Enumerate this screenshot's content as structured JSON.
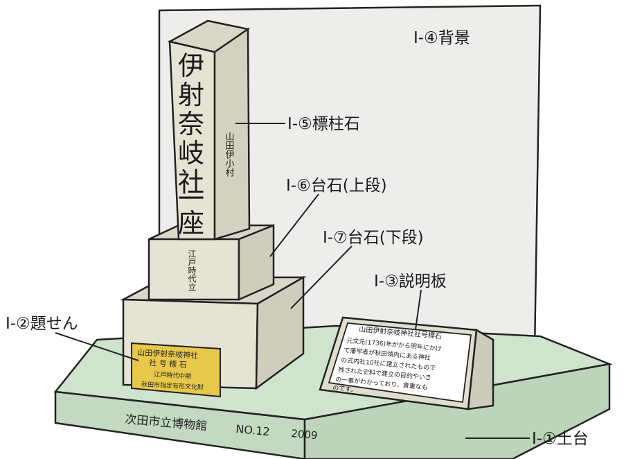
{
  "labels": {
    "background": "Ⅰ-④背景",
    "pillar": "Ⅰ-⑤標柱石",
    "upper_base": "Ⅰ-⑥台石(上段)",
    "lower_base": "Ⅰ-⑦台石(下段)",
    "board": "Ⅰ-③説明板",
    "plaque": "Ⅰ-②題せん",
    "platform": "Ⅰ-①土台"
  },
  "pillar": {
    "inscription": [
      "伊",
      "射",
      "奈",
      "岐",
      "社",
      "一",
      "座"
    ],
    "side_inscription": "山田伊小村",
    "upper_base_inscription": "江戸時代立"
  },
  "plaque": {
    "lines": [
      "山田伊射奈岐神社",
      "社 号 標 石",
      "江戸時代中期",
      "秋田市指定有形文化財"
    ]
  },
  "board": {
    "title": "山田伊射奈岐神社社号標石",
    "lines": [
      "元文元(1736)年がから明年にかけ",
      "て藩学者が秋田領内にある神社",
      "の式内社10社に建立されたもので",
      "残された史料で建立の目的やいき",
      "の一事がわかっており、貴重なも",
      "のです。"
    ]
  },
  "platform": {
    "museum": "次田市立博物館",
    "number": "NO.12",
    "year": "2009"
  },
  "colors": {
    "stone": "#e3e2d2",
    "platform": "#c8dcc6",
    "plaque": "#e7c94c"
  }
}
